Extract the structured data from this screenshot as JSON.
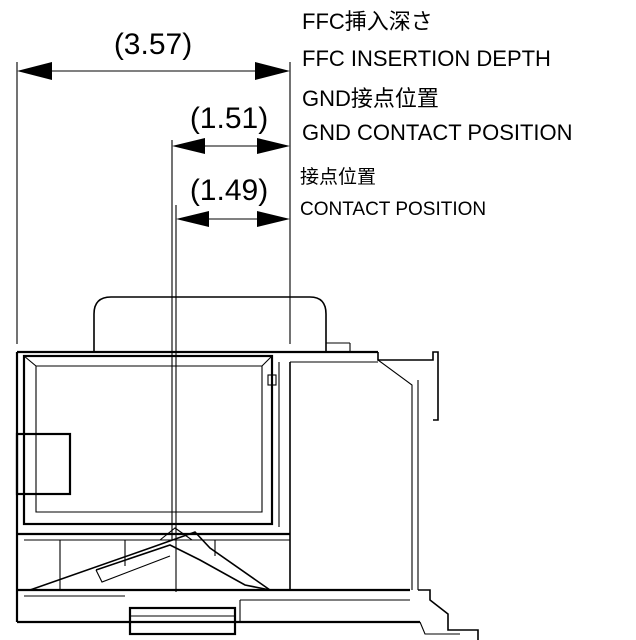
{
  "dimensions": {
    "ffc_insertion_depth": {
      "value_text": "(3.57)",
      "label_jp": "FFC挿入深さ",
      "label_en": "FFC INSERTION DEPTH"
    },
    "gnd_contact_position": {
      "value_text": "(1.51)",
      "label_jp": "GND接点位置",
      "label_en": "GND CONTACT POSITION"
    },
    "contact_position": {
      "value_text": "(1.49)",
      "label_jp": "接点位置",
      "label_en": "CONTACT POSITION"
    }
  },
  "colors": {
    "line": "#000000",
    "background": "#ffffff"
  }
}
